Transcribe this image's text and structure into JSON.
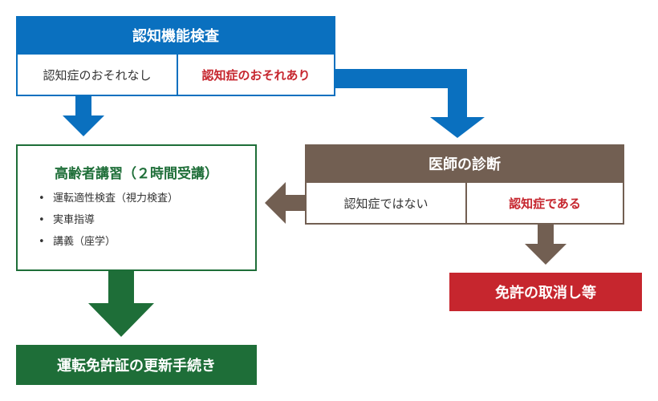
{
  "exam": {
    "title": "認知機能検査",
    "option_no_risk": "認知症のおそれなし",
    "option_risk": "認知症のおそれあり"
  },
  "course": {
    "title": "高齢者講習（２時間受講）",
    "items": [
      "運転適性検査（視力検査）",
      "実車指導",
      "講義（座学）"
    ]
  },
  "diagnosis": {
    "title": "医師の診断",
    "option_not_dementia": "認知症ではない",
    "option_dementia": "認知症である"
  },
  "outcomes": {
    "revoke": "免許の取消し等",
    "renew": "運転免許証の更新手続き"
  },
  "colors": {
    "blue": "#0a70bf",
    "brown": "#725f52",
    "green": "#1e6e38",
    "red": "#c6262e"
  }
}
